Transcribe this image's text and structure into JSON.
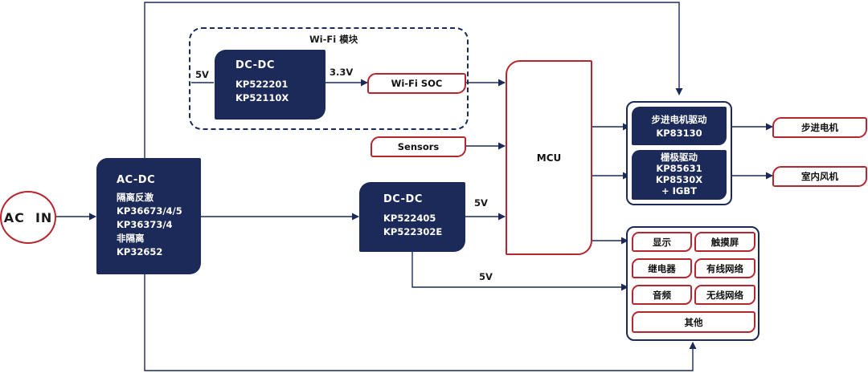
{
  "ac_in": {
    "label": "AC  IN"
  },
  "ac_dc": {
    "title": "AC-DC",
    "lines": [
      "隔离反激",
      "KP36673/4/5",
      "KP36373/4",
      "非隔离",
      "KP32652"
    ]
  },
  "wifi_module": {
    "title": "Wi-Fi 模块",
    "dcdc": {
      "title": "DC-DC",
      "lines": [
        "KP522201",
        "KP52110X"
      ]
    },
    "input_voltage": "5V",
    "output_voltage": "3.3V",
    "soc": "Wi-Fi SOC"
  },
  "sensors": "Sensors",
  "dcdc_main": {
    "title": "DC-DC",
    "lines": [
      "KP522405",
      "KP522302E"
    ]
  },
  "voltage_to_mcu": "5V",
  "voltage_to_peripherals": "5V",
  "mcu": "MCU",
  "drivers": [
    {
      "title": "步进电机驱动",
      "lines": [
        "KP83130"
      ],
      "output": "步进电机"
    },
    {
      "title": "栅极驱动",
      "lines": [
        "KP85631",
        "KP8530X",
        "+ IGBT"
      ],
      "output": "室内风机"
    }
  ],
  "peripherals": [
    "显示",
    "触摸屏",
    "继电器",
    "有线网络",
    "音频",
    "无线网络",
    "其他"
  ],
  "colors": {
    "navy": "#1c2a5a",
    "red": "#b5262e",
    "line": "#1c2a5a"
  }
}
